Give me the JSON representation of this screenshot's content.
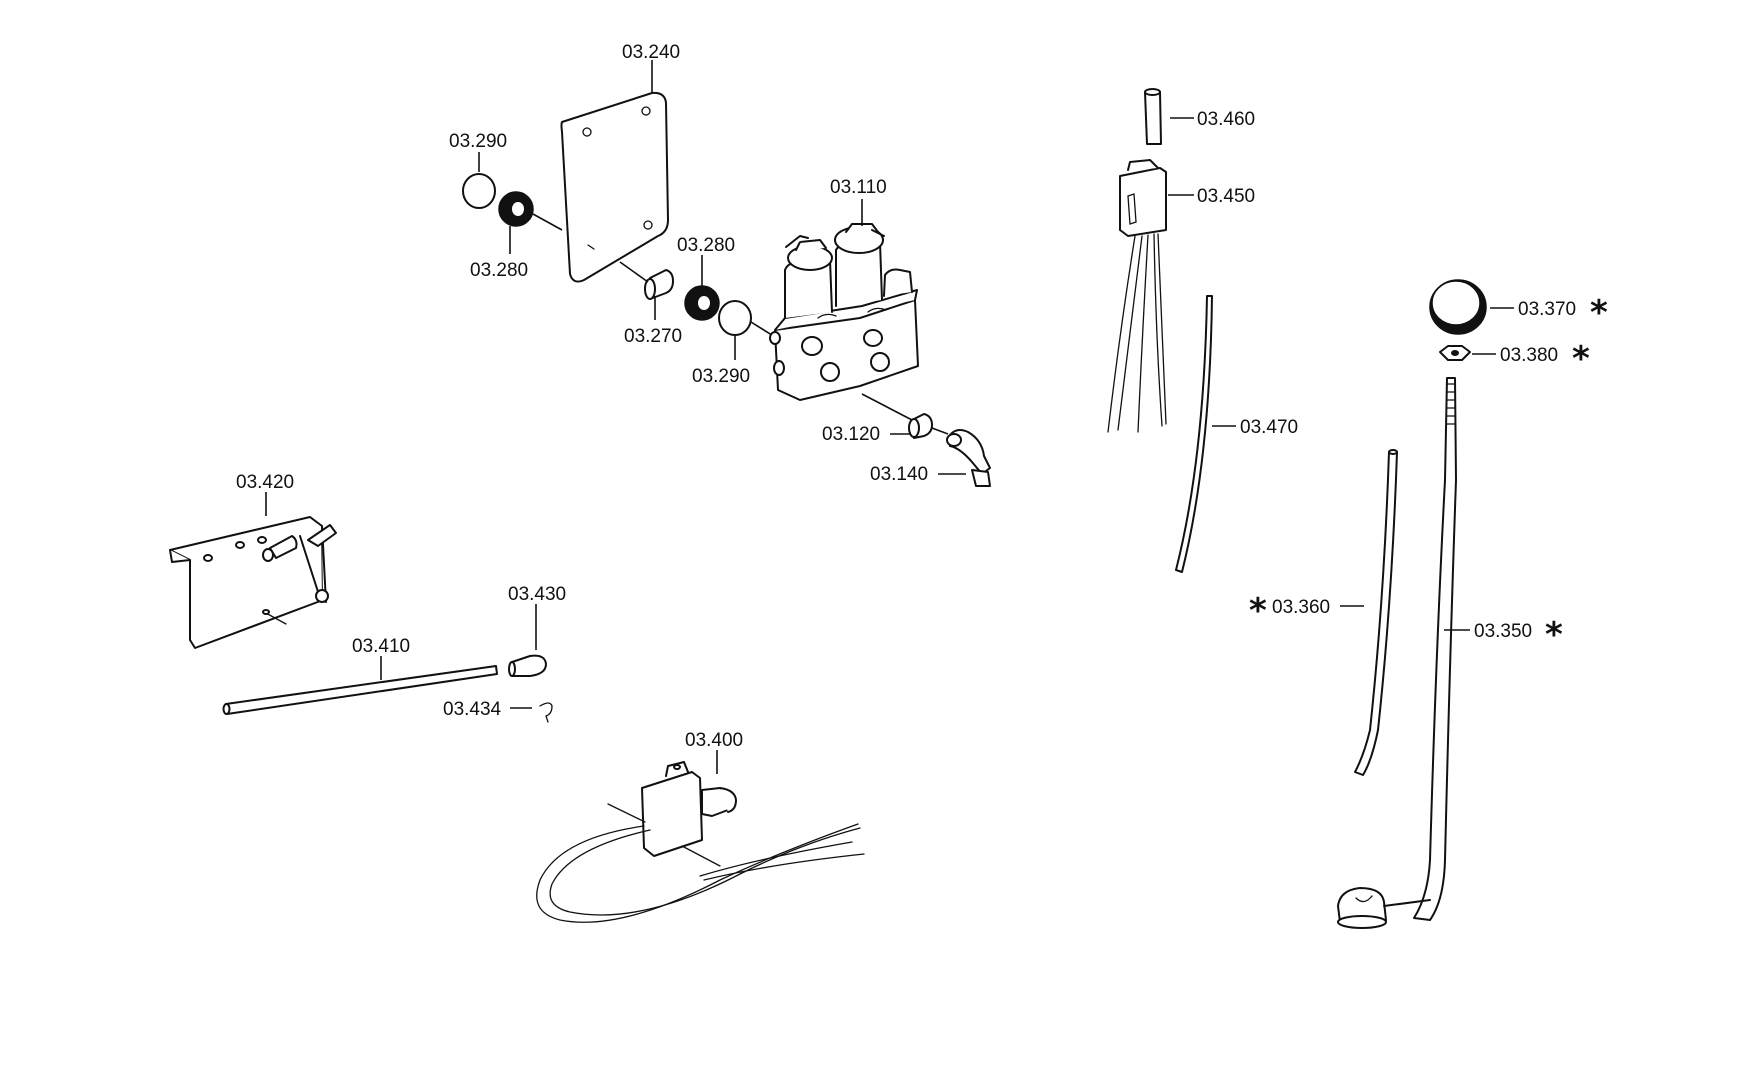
{
  "callouts": {
    "p03240": "03.240",
    "p03290a": "03.290",
    "p03280a": "03.280",
    "p03280b": "03.280",
    "p03270": "03.270",
    "p03290b": "03.290",
    "p03110": "03.110",
    "p03120": "03.120",
    "p03140": "03.140",
    "p03460": "03.460",
    "p03450": "03.450",
    "p03470": "03.470",
    "p03370": "03.370",
    "p03380": "03.380",
    "p03360": "03.360",
    "p03350": "03.350",
    "p03420": "03.420",
    "p03430": "03.430",
    "p03410": "03.410",
    "p03434": "03.434",
    "p03400": "03.400"
  },
  "markers": {
    "asterisk": "*"
  }
}
